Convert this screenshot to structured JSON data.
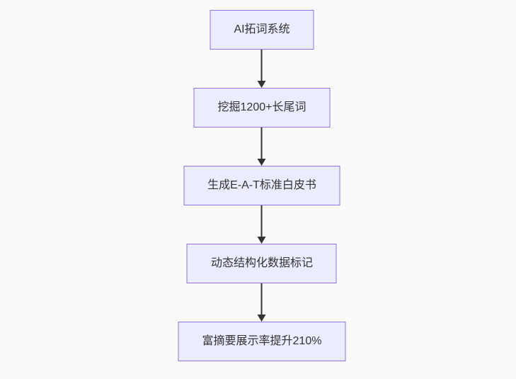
{
  "page": {
    "background": "#fafafa"
  },
  "flowchart": {
    "type": "flowchart",
    "direction": "top-down",
    "style": {
      "node_fill": "#ECECFF",
      "node_border": "#9370DB",
      "text_color": "#333333",
      "arrow_color": "#333333"
    },
    "nodes": [
      {
        "id": "n1",
        "label": "AI拓词系统"
      },
      {
        "id": "n2",
        "label": "挖掘1200+长尾词"
      },
      {
        "id": "n3",
        "label": "生成E-A-T标准白皮书"
      },
      {
        "id": "n4",
        "label": "动态结构化数据标记"
      },
      {
        "id": "n5",
        "label": "富摘要展示率提升210%"
      }
    ],
    "edges": [
      {
        "from": "n1",
        "to": "n2"
      },
      {
        "from": "n2",
        "to": "n3"
      },
      {
        "from": "n3",
        "to": "n4"
      },
      {
        "from": "n4",
        "to": "n5"
      }
    ]
  }
}
